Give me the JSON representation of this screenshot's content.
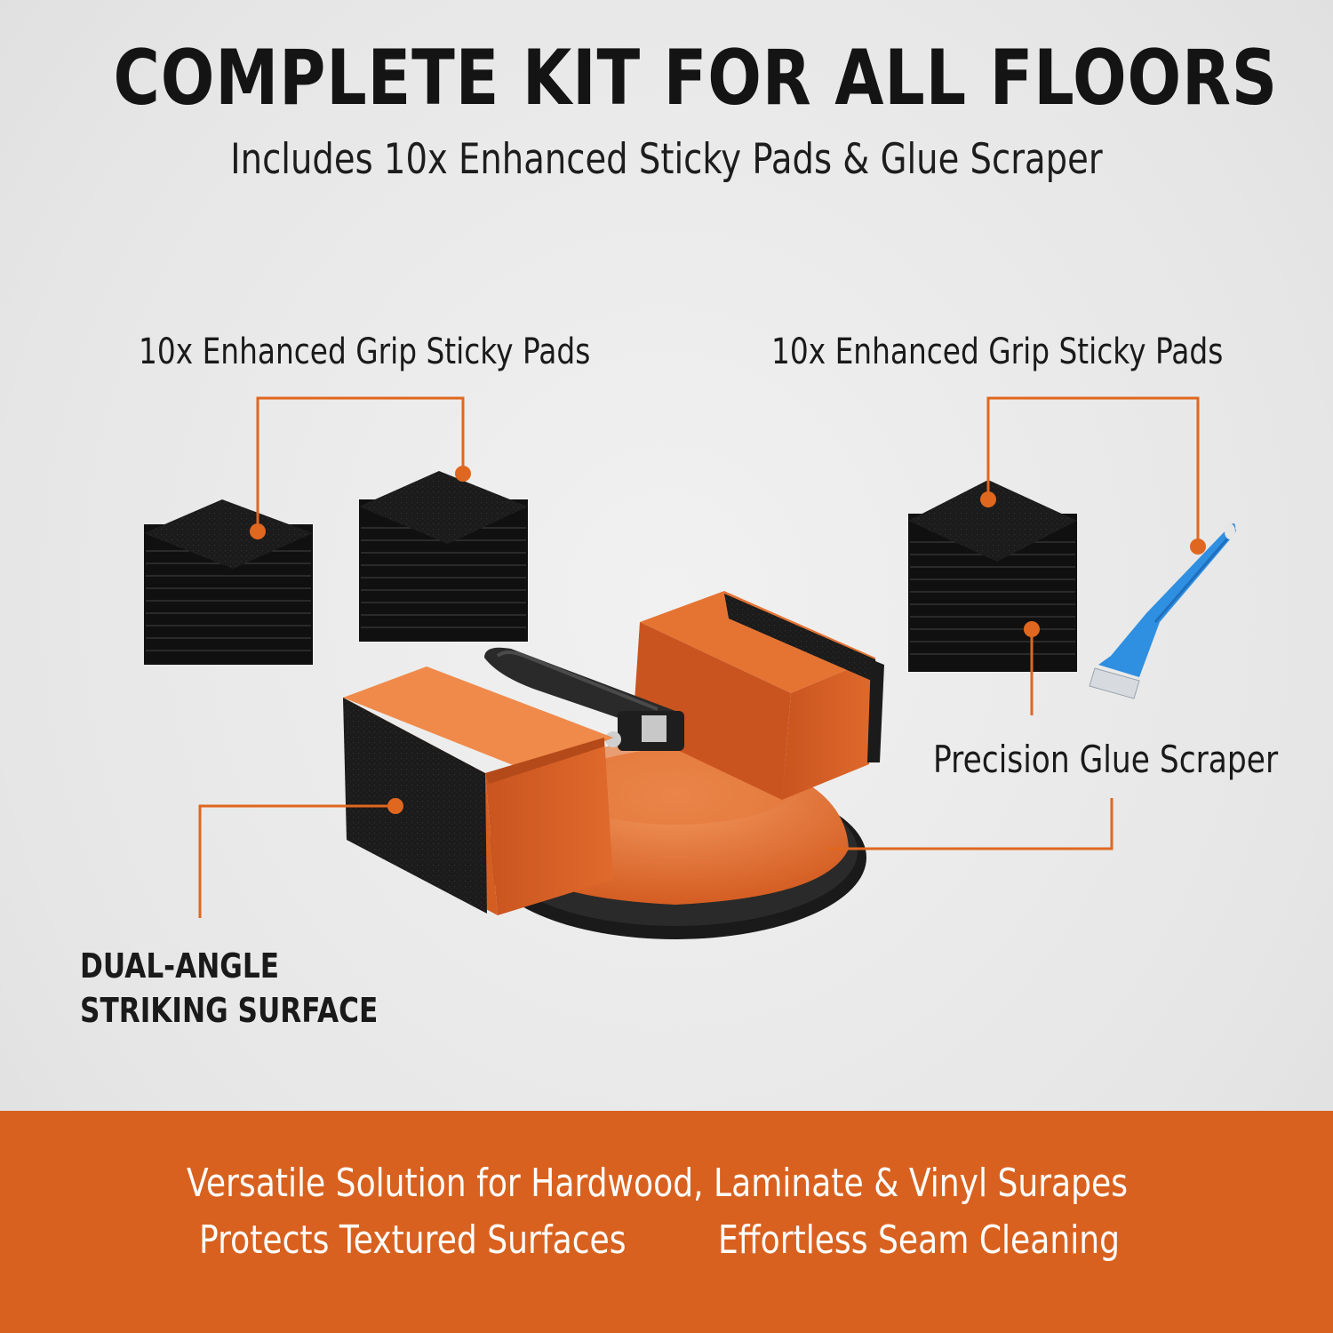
{
  "header": {
    "title": "COMPLETE KIT FOR ALL FLOORS",
    "subtitle": "Includes 10x Enhanced Sticky Pads & Glue Scraper"
  },
  "callouts": {
    "pads_left": "10x Enhanced Grip Sticky Pads",
    "pads_right": "10x Enhanced Grip Sticky Pads",
    "scraper": "Precision Glue Scraper",
    "dual_angle_line1": "DUAL-ANGLE",
    "dual_angle_line2": "STRIKING SURFACE"
  },
  "banner": {
    "line1": "Versatile Solution for Hardwood, Laminate & Vinyl Surapes",
    "feature_left": "Protects Textured Surfaces",
    "feature_right": "Effortless Seam Cleaning"
  },
  "colors": {
    "accent_orange": "#d8611f",
    "callout_line": "#e0671f",
    "pad_black": "#1c1c1c",
    "scraper_blue": "#2f8fe0",
    "background": "#e9e9e9"
  },
  "icons": [
    "sticky-pad-stack-icon",
    "suction-tapping-block-icon",
    "glue-scraper-icon"
  ]
}
